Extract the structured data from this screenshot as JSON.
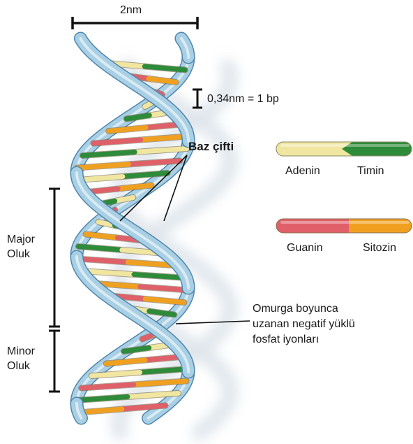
{
  "labels": {
    "width": "2nm",
    "rise": "0,34nm = 1 bp",
    "base_pair": "Baz çifti",
    "major_groove": "Major\nOluk",
    "minor_groove": "Minor\nOluk",
    "backbone_note": "Omurga boyunca\nuzanan negatif yüklü\nfosfat iyonları"
  },
  "legend": [
    {
      "left": "Adenin",
      "right": "Timin",
      "left_color": "#f0e6a0",
      "right_color": "#2e8b3a"
    },
    {
      "left": "Guanin",
      "right": "Sitozin",
      "left_color": "#e0606a",
      "right_color": "#f0a020"
    }
  ],
  "colors": {
    "backbone": "#a9cfe4",
    "backbone_edge": "#4f87ad",
    "shadow": "#d7dfe6",
    "adenine": "#f0e6a0",
    "thymine": "#2e8b3a",
    "guanine": "#e0606a",
    "cytosine": "#f0a020"
  }
}
